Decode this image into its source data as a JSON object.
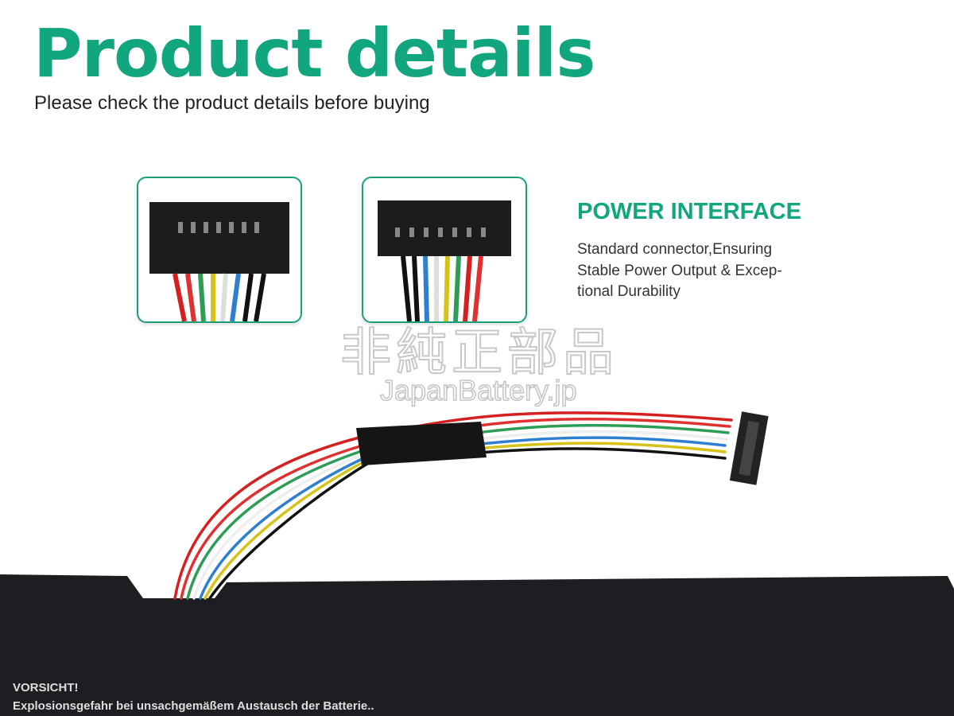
{
  "header": {
    "title": "Product details",
    "subtitle": "Please check the product details before buying"
  },
  "feature": {
    "title": "POWER INTERFACE",
    "description": "Standard connector,Ensuring Stable Power Output & Excep-tional Durability"
  },
  "watermark": {
    "kanji": "非純正部品",
    "site": "JapanBattery.jp"
  },
  "battery_label": {
    "heading": "VORSICHT!",
    "text": "Explosionsgefahr bei unsachgemäßem Austausch der Batterie.."
  },
  "colors": {
    "accent": "#12a67e",
    "battery": "#1d1e21"
  }
}
